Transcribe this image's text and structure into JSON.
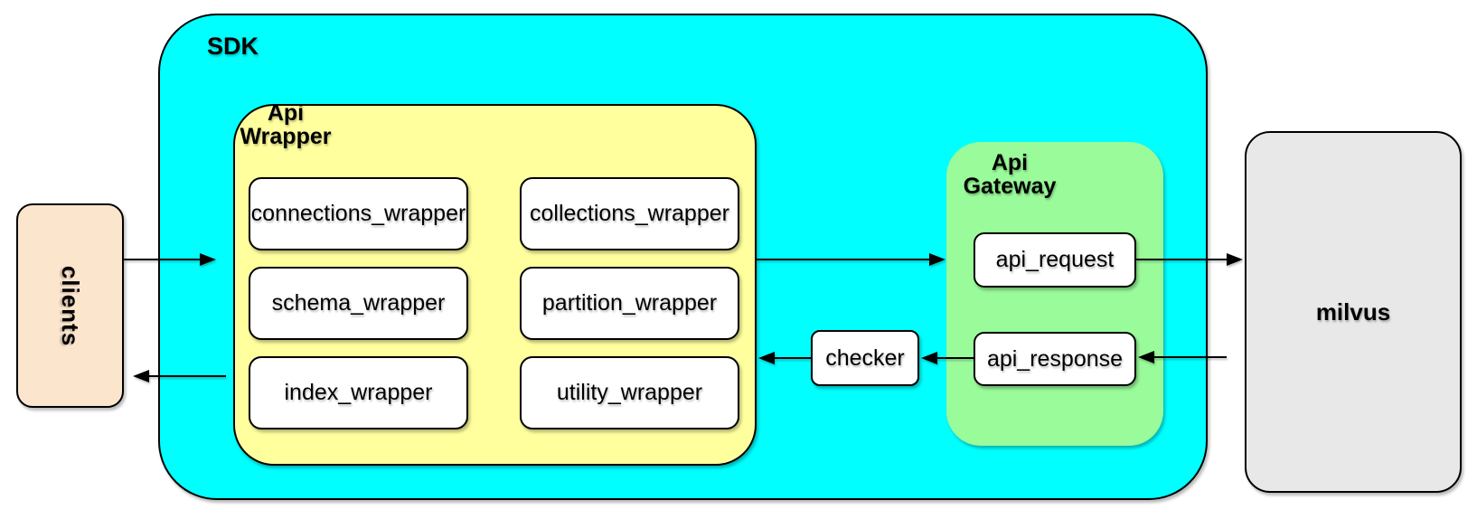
{
  "colors": {
    "background": "#FFFFFF",
    "sdk_fill": "#00FFFF",
    "api_wrapper_fill": "#FFFF9E",
    "api_gateway_fill": "#99FB99",
    "clients_fill": "#FBE5CD",
    "milvus_fill": "#E8E8E8",
    "node_fill": "#FFFFFF",
    "line_color": "#000000"
  },
  "containers": {
    "sdk": {
      "label": "SDK"
    },
    "api_wrapper": {
      "label": "Api\nWrapper"
    },
    "api_gateway": {
      "label": "Api\nGateway"
    }
  },
  "nodes": {
    "clients": {
      "label": "clients"
    },
    "milvus": {
      "label": "milvus"
    },
    "checker": {
      "label": "checker"
    },
    "api_request": {
      "label": "api_request"
    },
    "api_response": {
      "label": "api_response"
    }
  },
  "wrappers": [
    {
      "label": "connections_wrapper"
    },
    {
      "label": "collections_wrapper"
    },
    {
      "label": "schema_wrapper"
    },
    {
      "label": "partition_wrapper"
    },
    {
      "label": "index_wrapper"
    },
    {
      "label": "utility_wrapper"
    }
  ]
}
